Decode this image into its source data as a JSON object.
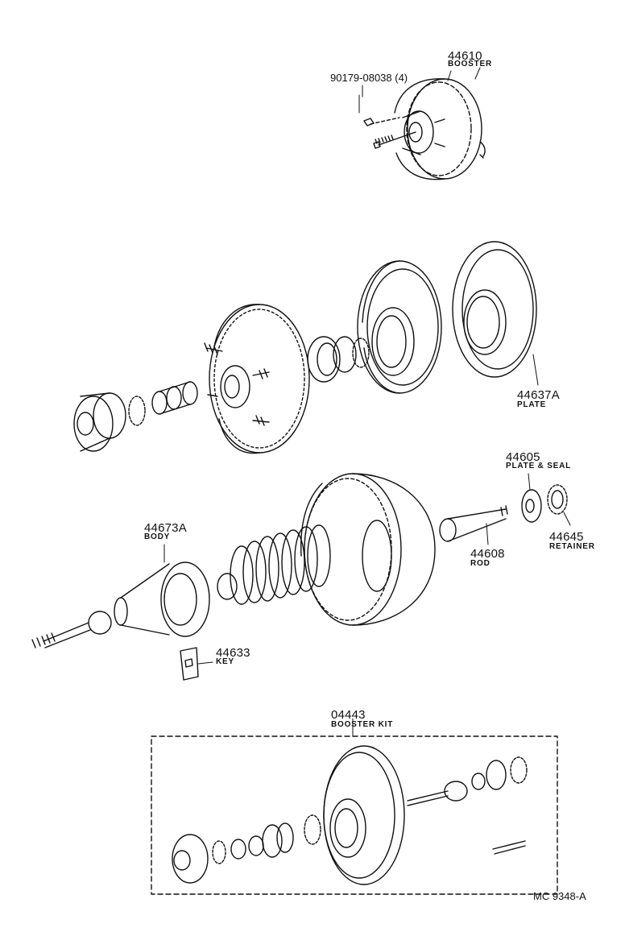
{
  "colors": {
    "ink": "#111111",
    "paper": "#ffffff"
  },
  "parts": {
    "booster": {
      "number": "44610",
      "name": "BOOSTER"
    },
    "nut": {
      "number": "90179-08038 (4)"
    },
    "plate": {
      "number": "44637A",
      "name": "PLATE"
    },
    "plate_seal": {
      "number": "44605",
      "name": "PLATE & SEAL"
    },
    "retainer": {
      "number": "44645",
      "name": "RETAINER"
    },
    "body": {
      "number": "44673A",
      "name": "BODY"
    },
    "rod": {
      "number": "44608",
      "name": "ROD"
    },
    "key": {
      "number": "44633",
      "name": "KEY"
    },
    "kit": {
      "number": "04443",
      "name": "BOOSTER KIT"
    }
  },
  "figure_code": "MC  9348-A"
}
